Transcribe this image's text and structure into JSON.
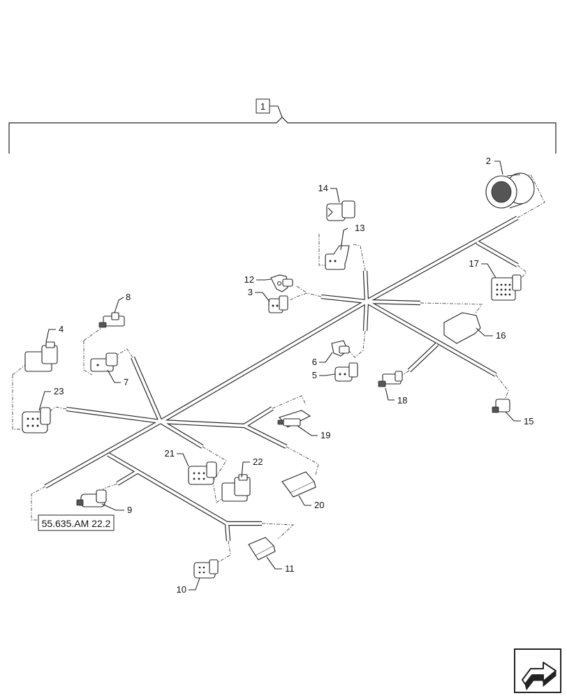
{
  "assembly_label": "1",
  "reference_label": "55.635.AM 22.2",
  "callouts": {
    "c2": "2",
    "c3": "3",
    "c4": "4",
    "c5": "5",
    "c6": "6",
    "c7": "7",
    "c8": "8",
    "c9": "9",
    "c10": "10",
    "c11": "11",
    "c12": "12",
    "c13": "13",
    "c14": "14",
    "c15": "15",
    "c16": "16",
    "c17": "17",
    "c18": "18",
    "c19": "19",
    "c20": "20",
    "c21": "21",
    "c22": "22",
    "c23": "23"
  },
  "nav_icon": "next-page-arrow-icon"
}
